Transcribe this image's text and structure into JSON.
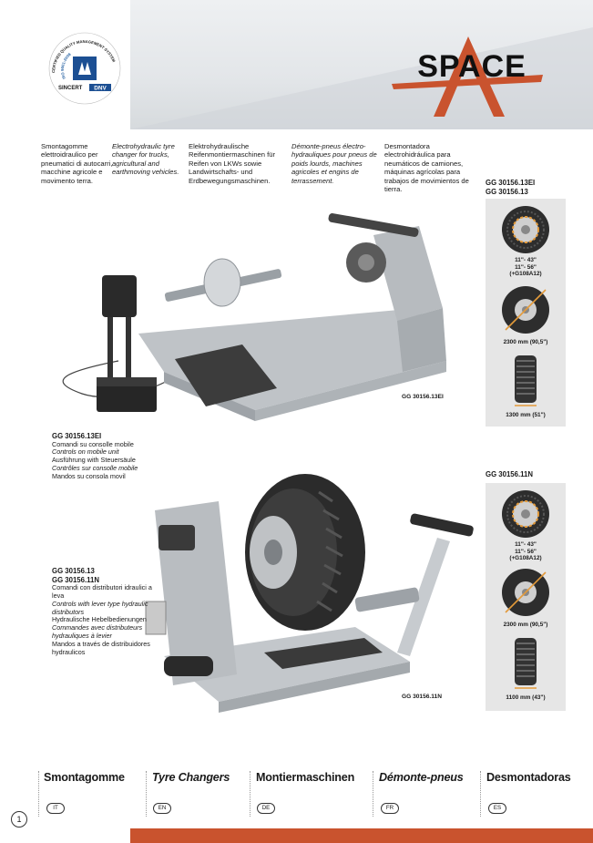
{
  "header": {
    "accent_color": "#c9532e",
    "band_color": "#e3e6e9",
    "cert_logo": {
      "ring_text": "CERTIFIED QUALITY MANAGEMENT SYSTEM",
      "iso_text": "ISO 9001:2008",
      "registrar": "SINCERT",
      "mark": "DNV"
    },
    "brand_logo": {
      "text": "SPACE"
    }
  },
  "intro": {
    "it": "Smontagomme elettroidraulico per pneumatici di autocarri, macchine agricole e movimento terra.",
    "en": "Electrohydraulic tyre changer for trucks, agricultural and earthmoving vehicles.",
    "de": "Elektrohydraulische Reifenmontiermaschinen für Reifen von LKWs sowie Landwirtschafts- und Erdbewegungsmaschinen.",
    "fr": "Démonte-pneus électro-hydrauliques pour pneus de poids lourds, machines agricoles et engins de terrassement.",
    "es": "Desmontadora electrohidráulica para neumáticos de camiones, máquinas agrícolas para trabajos de movimientos de tierra."
  },
  "panel1": {
    "title_line1": "GG 30156.13EI",
    "title_line2": "GG 30156.13",
    "spec1_line1": "11\"- 43\"",
    "spec1_line2": "11\"- 56\"",
    "spec1_line3": "(+G108A12)",
    "spec2": "2300 mm (90,5\")",
    "spec3": "1300 mm (51\")"
  },
  "panel2": {
    "title": "GG 30156.11N",
    "spec1_line1": "11\"- 43\"",
    "spec1_line2": "11\"- 56\"",
    "spec1_line3": "(+G108A12)",
    "spec2": "2300 mm (90,5\")",
    "spec3": "1100 mm (43\")"
  },
  "machine1": {
    "caption": "GG 30156.13EI",
    "label_title": "GG 30156.13EI",
    "label_it": "Comandi su consolle mobile",
    "label_en": "Controls on mobile unit",
    "label_de": "Ausführung with Steuersäule",
    "label_fr": "Contrôles sur consolle mobile",
    "label_es": "Mandos su consola movil"
  },
  "machine2": {
    "caption": "GG 30156.11N",
    "label_title1": "GG 30156.13",
    "label_title2": "GG 30156.11N",
    "label_it": "Comandi con distributori idraulici a leva",
    "label_en": "Controls with lever type hydraulic distributors",
    "label_de": "Hydraulische Hebelbedienungen",
    "label_fr": "Commandes avec distributeurs hydrauliques à levier",
    "label_es": "Mandos a través de distribuidores hydraulicos"
  },
  "categories": [
    {
      "label": "Smontagomme",
      "lang": "IT"
    },
    {
      "label": "Tyre Changers",
      "lang": "EN"
    },
    {
      "label": "Montiermaschinen",
      "lang": "DE"
    },
    {
      "label": "Démonte-pneus",
      "lang": "FR"
    },
    {
      "label": "Desmontadoras",
      "lang": "ES"
    }
  ],
  "page_number": "1"
}
